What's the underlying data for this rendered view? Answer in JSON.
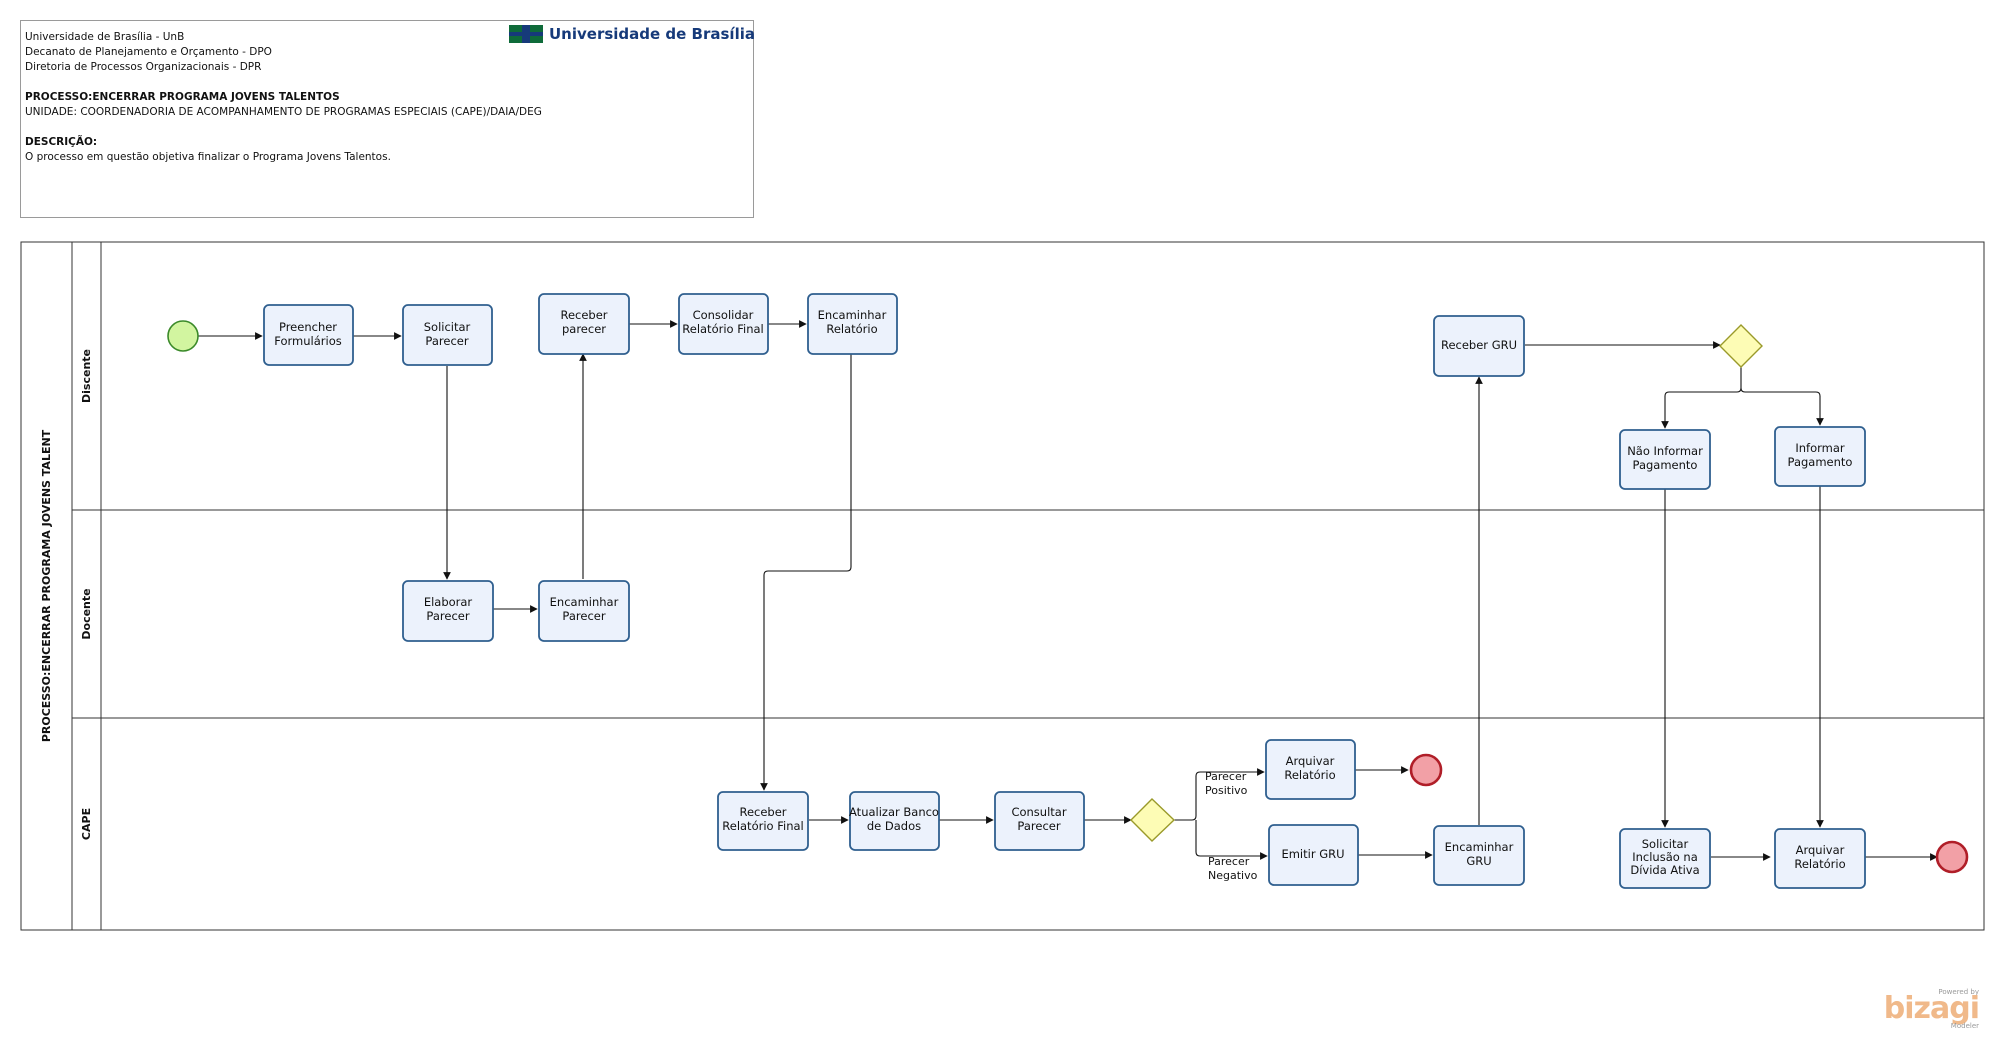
{
  "header": {
    "lines": [
      "Universidade de Brasília - UnB",
      "Decanato de Planejamento e Orçamento - DPO",
      "Diretoria de Processos Organizacionais - DPR",
      "PROCESSO:ENCERRAR PROGRAMA JOVENS TALENTOS",
      "UNIDADE: COORDENADORIA DE ACOMPANHAMENTO DE PROGRAMAS ESPECIAIS (CAPE)/DAIA/DEG",
      "DESCRIÇÃO:",
      "O processo em questão objetiva finalizar o Programa Jovens Talentos."
    ],
    "logo_text": "Universidade de Brasília",
    "logo_icon": "unb-logo-icon"
  },
  "pool": {
    "title": "PROCESSO:ENCERRAR PROGRAMA JOVENS TALENT",
    "lanes": [
      "Discente",
      "Docente",
      "CAPE"
    ]
  },
  "tasks": {
    "preencher": [
      "Preencher",
      "Formulários"
    ],
    "solicitar": [
      "Solicitar",
      "Parecer"
    ],
    "receber_parecer": [
      "Receber",
      "parecer"
    ],
    "consolidar": [
      "Consolidar",
      "Relatório Final"
    ],
    "encaminhar_rel": [
      "Encaminhar",
      "Relatório"
    ],
    "receber_gru": [
      "Receber GRU"
    ],
    "nao_informar": [
      "Não Informar",
      "Pagamento"
    ],
    "informar": [
      "Informar",
      "Pagamento"
    ],
    "elaborar": [
      "Elaborar",
      "Parecer"
    ],
    "encaminhar_parecer": [
      "Encaminhar",
      "Parecer"
    ],
    "receber_rel_final": [
      "Receber",
      "Relatório Final"
    ],
    "atualizar": [
      "Atualizar Banco",
      "de Dados"
    ],
    "consultar": [
      "Consultar",
      "Parecer"
    ],
    "arquivar_rel_1": [
      "Arquivar",
      "Relatório"
    ],
    "emitir_gru": [
      "Emitir GRU"
    ],
    "encaminhar_gru": [
      "Encaminhar",
      "GRU"
    ],
    "solicitar_inclusao": [
      "Solicitar",
      "Inclusão na",
      "Dívida Ativa"
    ],
    "arquivar_rel_2": [
      "Arquivar",
      "Relatório"
    ]
  },
  "flow_labels": {
    "positivo": [
      "Parecer",
      "Positivo"
    ],
    "negativo": [
      "Parecer",
      "Negativo"
    ]
  },
  "branding": {
    "powered_by": "Powered by",
    "name": "bizagi",
    "product": "Modeler"
  },
  "colors": {
    "task_fill": "#ecf2fc",
    "task_stroke": "#2f5f8f",
    "start_fill": "#d2f5a0",
    "start_stroke": "#3b8a2a",
    "end_fill": "#f2a0a6",
    "end_stroke": "#b01e28",
    "gateway_fill": "#fdfcb5",
    "gateway_stroke": "#9a9a2a"
  }
}
